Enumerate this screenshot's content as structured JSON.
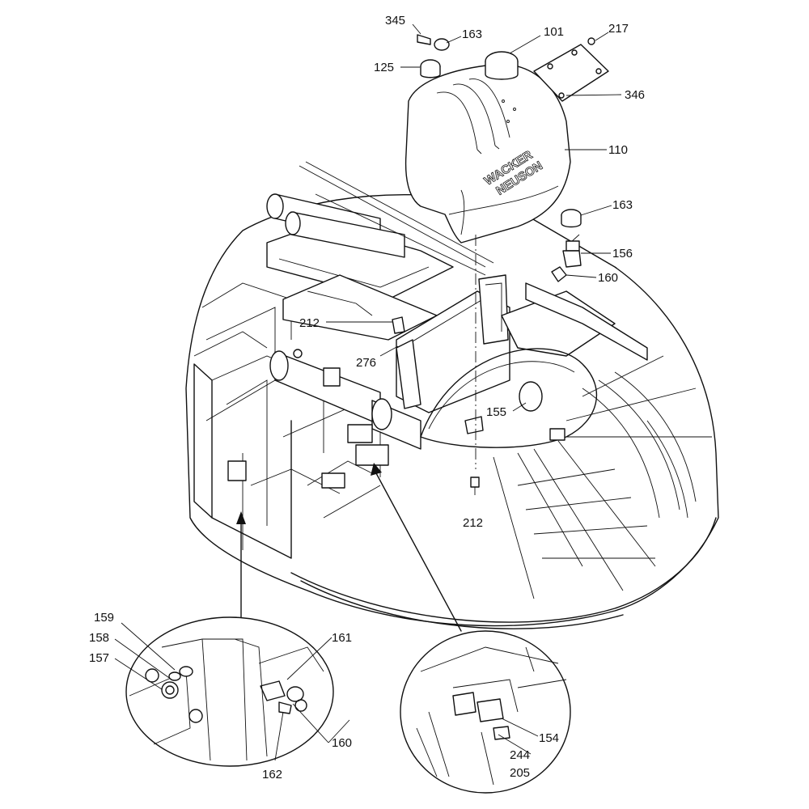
{
  "logo": {
    "line1": "WACKER",
    "line2": "NEUSON"
  },
  "labels": {
    "p345": "345",
    "p163_top": "163",
    "p101": "101",
    "p217": "217",
    "p125": "125",
    "p346": "346",
    "p110": "110",
    "p163_mid": "163",
    "p156": "156",
    "p160_mid": "160",
    "p212_upper": "212",
    "p276": "276",
    "p155": "155",
    "p212_lower": "212",
    "p159": "159",
    "p158": "158",
    "p157": "157",
    "p161": "161",
    "p160_low": "160",
    "p162": "162",
    "p154": "154",
    "p244": "244",
    "p205": "205"
  }
}
